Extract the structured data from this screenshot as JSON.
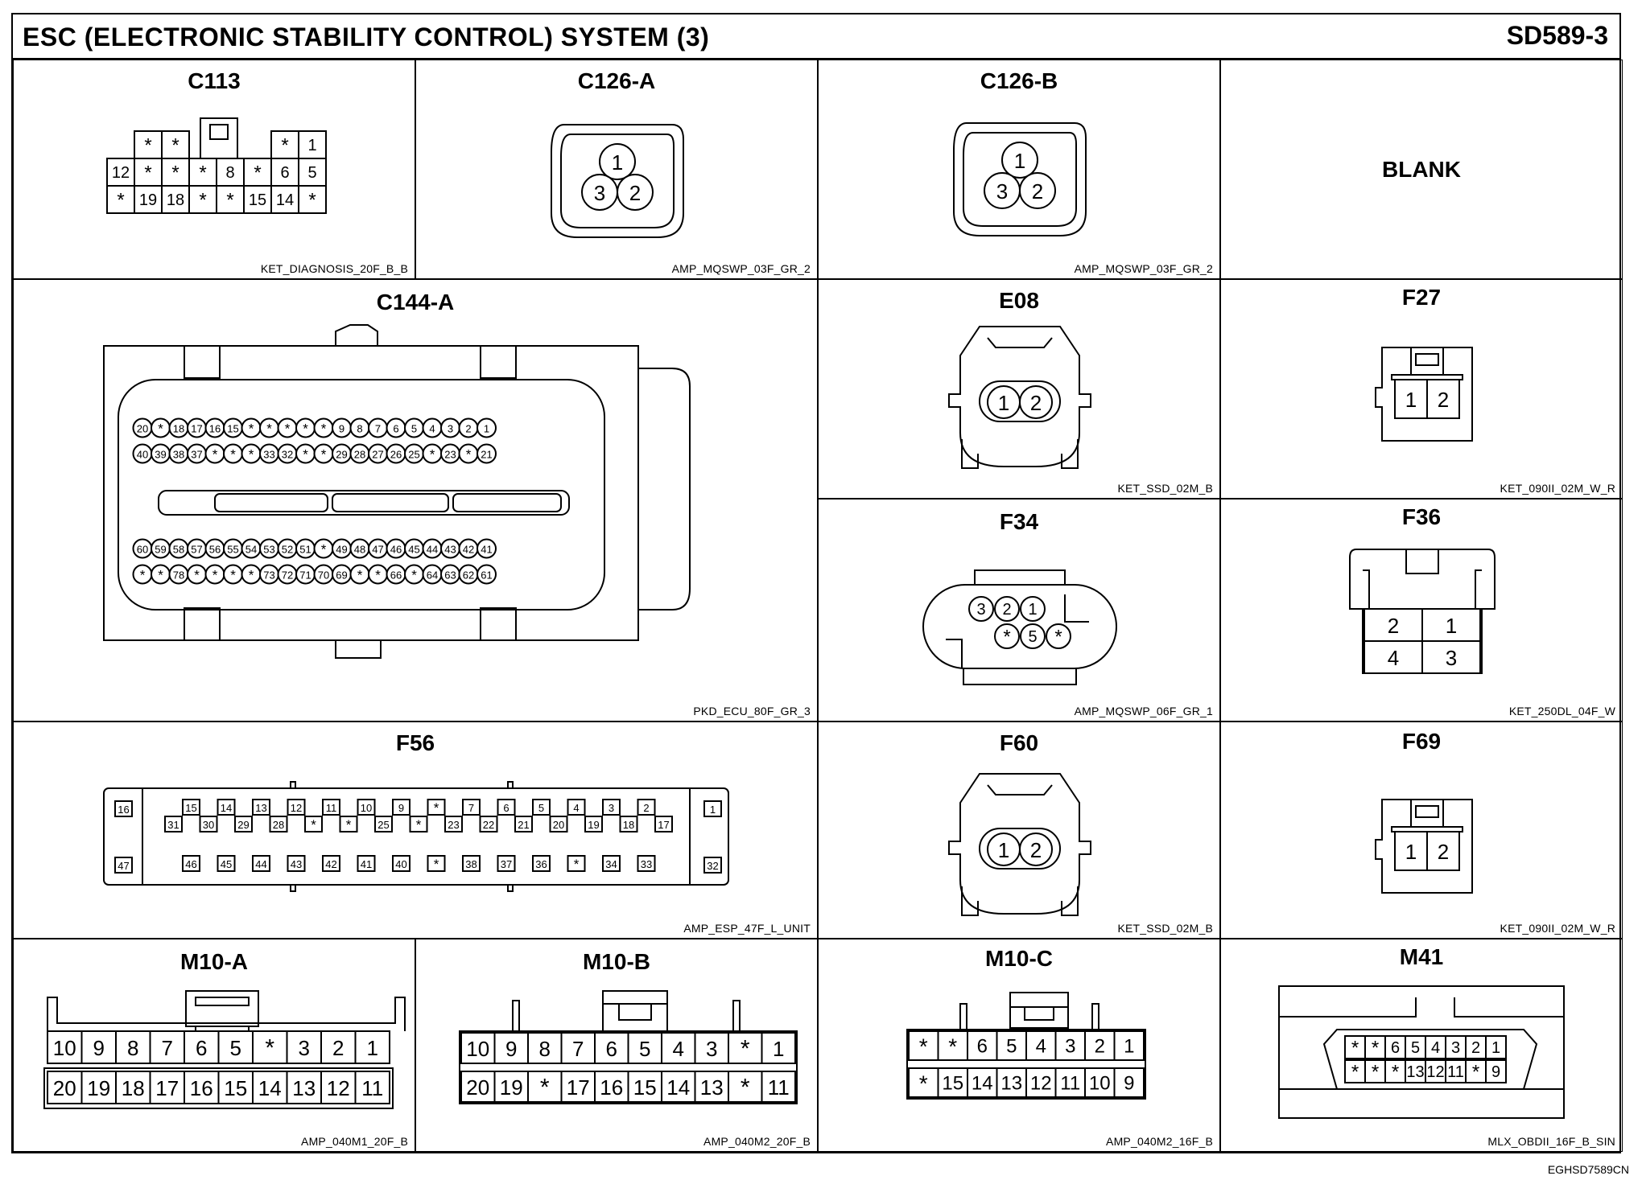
{
  "header": {
    "title": "ESC (ELECTRONIC STABILITY CONTROL) SYSTEM (3)",
    "sheet_code": "SD589-3"
  },
  "footer": {
    "code": "EGHSD7589CN"
  },
  "blank_label": "BLANK",
  "connectors": {
    "c113": {
      "title": "C113",
      "part": "KET_DIAGNOSIS_20F_B_B",
      "top_left": [
        "*",
        "*"
      ],
      "top_right": [
        "*",
        "1"
      ],
      "row1": [
        "12",
        "*",
        "*",
        "*",
        "8",
        "*",
        "6",
        "5"
      ],
      "row2": [
        "*",
        "19",
        "18",
        "*",
        "*",
        "15",
        "14",
        "*"
      ]
    },
    "c126a": {
      "title": "C126-A",
      "part": "AMP_MQSWP_03F_GR_2",
      "pins": [
        "1",
        "3",
        "2"
      ]
    },
    "c126b": {
      "title": "C126-B",
      "part": "AMP_MQSWP_03F_GR_2",
      "pins": [
        "1",
        "3",
        "2"
      ]
    },
    "c144a": {
      "title": "C144-A",
      "part": "PKD_ECU_80F_GR_3",
      "row1": [
        "20",
        "*",
        "18",
        "17",
        "16",
        "15",
        "*",
        "*",
        "*",
        "*",
        "*",
        "9",
        "8",
        "7",
        "6",
        "5",
        "4",
        "3",
        "2",
        "1"
      ],
      "row2": [
        "40",
        "39",
        "38",
        "37",
        "*",
        "*",
        "*",
        "33",
        "32",
        "*",
        "*",
        "29",
        "28",
        "27",
        "26",
        "25",
        "*",
        "23",
        "*",
        "21"
      ],
      "row3": [
        "60",
        "59",
        "58",
        "57",
        "56",
        "55",
        "54",
        "53",
        "52",
        "51",
        "*",
        "49",
        "48",
        "47",
        "46",
        "45",
        "44",
        "43",
        "42",
        "41"
      ],
      "row4": [
        "*",
        "*",
        "78",
        "*",
        "*",
        "*",
        "*",
        "73",
        "72",
        "71",
        "70",
        "69",
        "*",
        "*",
        "66",
        "*",
        "64",
        "63",
        "62",
        "61"
      ]
    },
    "e08": {
      "title": "E08",
      "part": "KET_SSD_02M_B",
      "pins": [
        "1",
        "2"
      ]
    },
    "f27": {
      "title": "F27",
      "part": "KET_090II_02M_W_R",
      "pins": [
        "1",
        "2"
      ]
    },
    "f34": {
      "title": "F34",
      "part": "AMP_MQSWP_06F_GR_1",
      "top": [
        "3",
        "2",
        "1"
      ],
      "bottom": [
        "*",
        "5",
        "*"
      ]
    },
    "f36": {
      "title": "F36",
      "part": "KET_250DL_04F_W",
      "top": [
        "2",
        "1"
      ],
      "bottom": [
        "4",
        "3"
      ]
    },
    "f56": {
      "title": "F56",
      "part": "AMP_ESP_47F_L_UNIT",
      "left": [
        "16",
        "47"
      ],
      "right": [
        "1",
        "32"
      ],
      "row1": [
        "15",
        "14",
        "13",
        "12",
        "11",
        "10",
        "9",
        "*",
        "7",
        "6",
        "5",
        "4",
        "3",
        "2"
      ],
      "row2": [
        "31",
        "30",
        "29",
        "28",
        "*",
        "*",
        "25",
        "*",
        "23",
        "22",
        "21",
        "20",
        "19",
        "18",
        "17"
      ],
      "row3": [
        "46",
        "45",
        "44",
        "43",
        "42",
        "41",
        "40",
        "*",
        "38",
        "37",
        "36",
        "*",
        "34",
        "33"
      ]
    },
    "f60": {
      "title": "F60",
      "part": "KET_SSD_02M_B",
      "pins": [
        "1",
        "2"
      ]
    },
    "f69": {
      "title": "F69",
      "part": "KET_090II_02M_W_R",
      "pins": [
        "1",
        "2"
      ]
    },
    "m10a": {
      "title": "M10-A",
      "part": "AMP_040M1_20F_B",
      "row1": [
        "10",
        "9",
        "8",
        "7",
        "6",
        "5",
        "*",
        "3",
        "2",
        "1"
      ],
      "row2": [
        "20",
        "19",
        "18",
        "17",
        "16",
        "15",
        "14",
        "13",
        "12",
        "11"
      ]
    },
    "m10b": {
      "title": "M10-B",
      "part": "AMP_040M2_20F_B",
      "row1": [
        "10",
        "9",
        "8",
        "7",
        "6",
        "5",
        "4",
        "3",
        "*",
        "1"
      ],
      "row2": [
        "20",
        "19",
        "*",
        "17",
        "16",
        "15",
        "14",
        "13",
        "*",
        "11"
      ]
    },
    "m10c": {
      "title": "M10-C",
      "part": "AMP_040M2_16F_B",
      "row1": [
        "*",
        "*",
        "6",
        "5",
        "4",
        "3",
        "2",
        "1"
      ],
      "row2": [
        "*",
        "15",
        "14",
        "13",
        "12",
        "11",
        "10",
        "9"
      ]
    },
    "m41": {
      "title": "M41",
      "part": "MLX_OBDII_16F_B_SIN",
      "row1": [
        "*",
        "*",
        "6",
        "5",
        "4",
        "3",
        "2",
        "1"
      ],
      "row2": [
        "*",
        "*",
        "*",
        "13",
        "12",
        "11",
        "*",
        "9"
      ]
    }
  }
}
